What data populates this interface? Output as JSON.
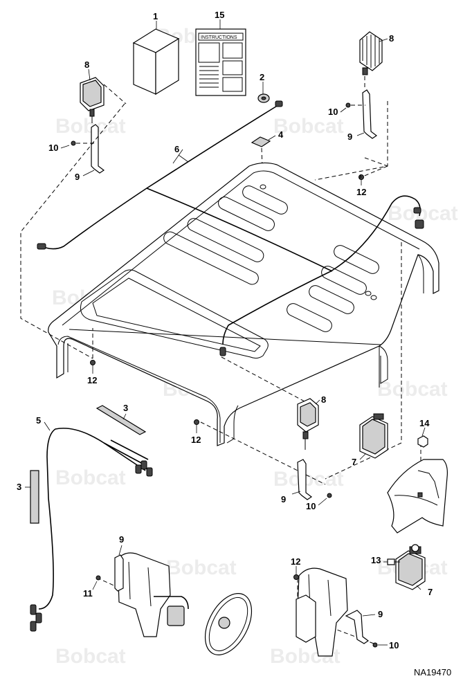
{
  "diagram": {
    "reference_code": "NA19470",
    "watermark": "Bobcat",
    "instructions_label": "INSTRUCTIONS",
    "callouts": [
      "1",
      "15",
      "8",
      "2",
      "4",
      "6",
      "10",
      "9",
      "12",
      "3",
      "5",
      "14",
      "7",
      "13",
      "11"
    ]
  },
  "colors": {
    "line": "#000000",
    "part_fill": "#ffffff",
    "shade": "#cfcfcf",
    "watermark": "#ececec"
  }
}
